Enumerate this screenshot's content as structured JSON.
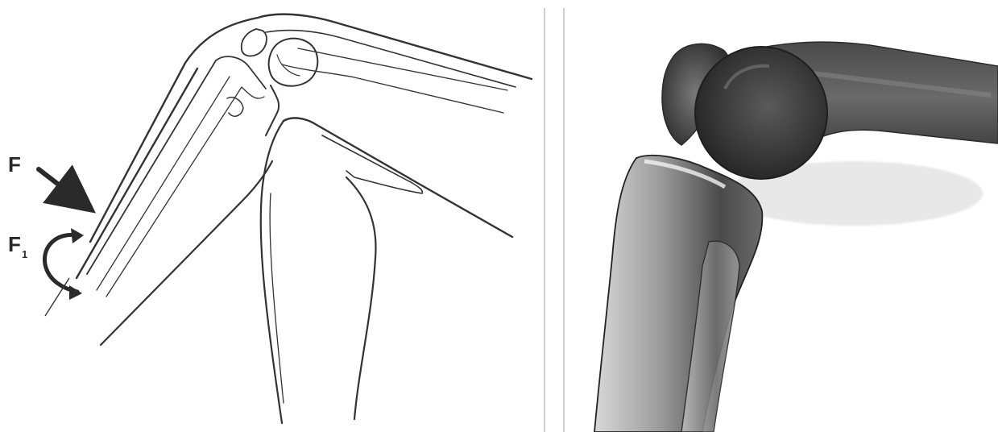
{
  "labels": {
    "force": "F",
    "rotational_force_main": "F",
    "rotational_force_sub": "1"
  },
  "colors": {
    "line": "#333333",
    "bone_dark": "#3a3a3a",
    "bone_mid": "#8a8a8a",
    "bone_light": "#e2e2e2",
    "divider": "#cfcfcf"
  },
  "panels": [
    {
      "name": "knee-line-drawing",
      "style": "line illustration"
    },
    {
      "name": "knee-bone-shaded",
      "style": "shaded illustration"
    }
  ]
}
